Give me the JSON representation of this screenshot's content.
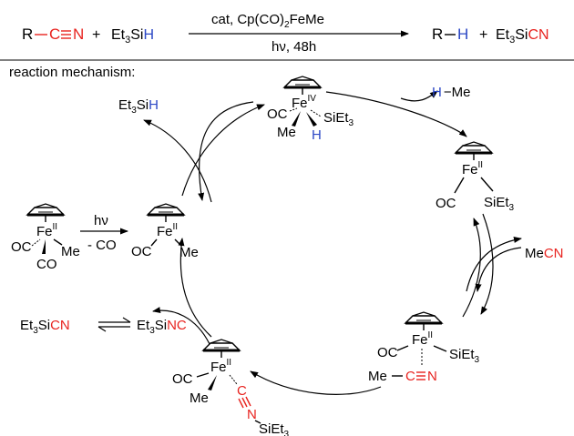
{
  "header": {
    "reactant_r": "R",
    "reactant_cn": "C",
    "reactant_n": "N",
    "plus_1": "+",
    "silane_et": "Et",
    "silane_3": "3",
    "silane_si": "Si",
    "silane_h": "H",
    "catalyst_text": "cat, Cp(CO)",
    "catalyst_sub": "2",
    "catalyst_end": "FeMe",
    "conditions": "hν, 48h",
    "product_r": "R",
    "product_h": "H",
    "plus_2": "+",
    "product2_et": "Et",
    "product2_3": "3",
    "product2_si": "Si",
    "product2_cn": "CN"
  },
  "mechanism_label": "reaction mechanism:",
  "species": {
    "fe_iv": {
      "fe": "Fe",
      "ox": "IV",
      "oc": "OC",
      "me": "Me",
      "si": "SiEt",
      "si_sub": "3",
      "h": "H"
    },
    "hme": {
      "h": "H",
      "me": "Me"
    },
    "et3sih": {
      "et": "Et",
      "sub": "3",
      "si": "Si",
      "h": "H"
    },
    "fe_ii_si": {
      "fe": "Fe",
      "ox": "II",
      "oc": "OC",
      "si": "SiEt",
      "si_sub": "3"
    },
    "mecn": {
      "me": "Me",
      "cn": "CN"
    },
    "fe_dicarbonyl": {
      "fe": "Fe",
      "ox": "II",
      "oc1": "OC",
      "co": "CO",
      "me": "Me"
    },
    "hv_step": {
      "hv": "hν",
      "minus_co": "- CO"
    },
    "fe_ii_me": {
      "fe": "Fe",
      "ox": "II",
      "oc": "OC",
      "me": "Me"
    },
    "fe_ii_nitrile": {
      "fe": "Fe",
      "ox": "II",
      "oc": "OC",
      "si": "SiEt",
      "si_sub": "3",
      "me": "Me",
      "c": "C",
      "n": "N"
    },
    "fe_ii_isonitrile": {
      "fe": "Fe",
      "ox": "II",
      "oc": "OC",
      "me": "Me",
      "c": "C",
      "n": "N",
      "si": "SiEt",
      "si_sub": "3"
    },
    "et3sicn": {
      "et": "Et",
      "sub": "3",
      "si": "Si",
      "cn": "CN"
    },
    "et3sinc": {
      "et": "Et",
      "sub": "3",
      "si": "Si",
      "nc": "NC"
    }
  },
  "colors": {
    "red": "#e8231f",
    "blue": "#2b47c5",
    "black": "#000000"
  }
}
